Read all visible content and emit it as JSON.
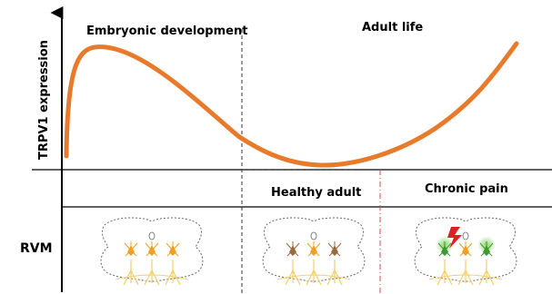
{
  "y_axis_label": "TRPV1 expression",
  "phase_labels": {
    "embryonic": "Embryonic development",
    "adult": "Adult life",
    "healthy": "Healthy adult",
    "pain": "Chronic pain"
  },
  "row_label": "RVM",
  "colors": {
    "curve": "#e87a2c",
    "axis": "#000000",
    "dashed_divider": "#333333",
    "pain_divider": "#d84a4a",
    "brainstem_outline": "#666666",
    "neuron_orange": "#f0a020",
    "neuron_brown": "#9a6a3a",
    "neuron_green": "#3e9a2a",
    "axon_yellow": "#f2d066",
    "pain_bolt": "#e02020"
  },
  "panels": [
    {
      "id": "embryonic",
      "neurons": [
        "neuron_orange",
        "neuron_orange",
        "neuron_orange"
      ],
      "glow": false
    },
    {
      "id": "healthy",
      "neurons": [
        "neuron_brown",
        "neuron_orange",
        "neuron_brown"
      ],
      "glow": false
    },
    {
      "id": "pain",
      "neurons": [
        "neuron_green",
        "neuron_orange",
        "neuron_green"
      ],
      "glow": true
    }
  ]
}
